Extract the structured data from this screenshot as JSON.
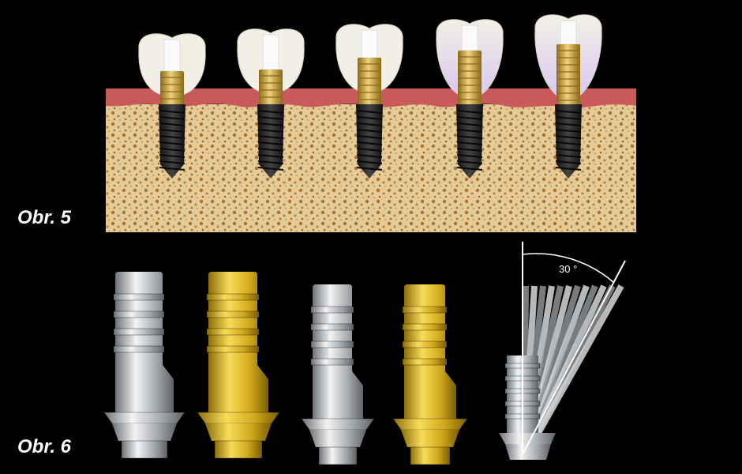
{
  "figure5": {
    "label": "Obr. 5",
    "implant_count": 5,
    "colors": {
      "bone": "#e2c896",
      "bone_pores": "#a9742e",
      "gum": "#c85a5c",
      "crown": "#f2efe4",
      "abutment_gold": "#d8b24a",
      "implant": "#262626",
      "crown_tint": "#d9c9ef"
    }
  },
  "figure6": {
    "label": "Obr. 6",
    "angle_label": "30 °",
    "colors": {
      "titanium": "#c8cacd",
      "gold": "#dab21e",
      "background": "#000000"
    }
  }
}
